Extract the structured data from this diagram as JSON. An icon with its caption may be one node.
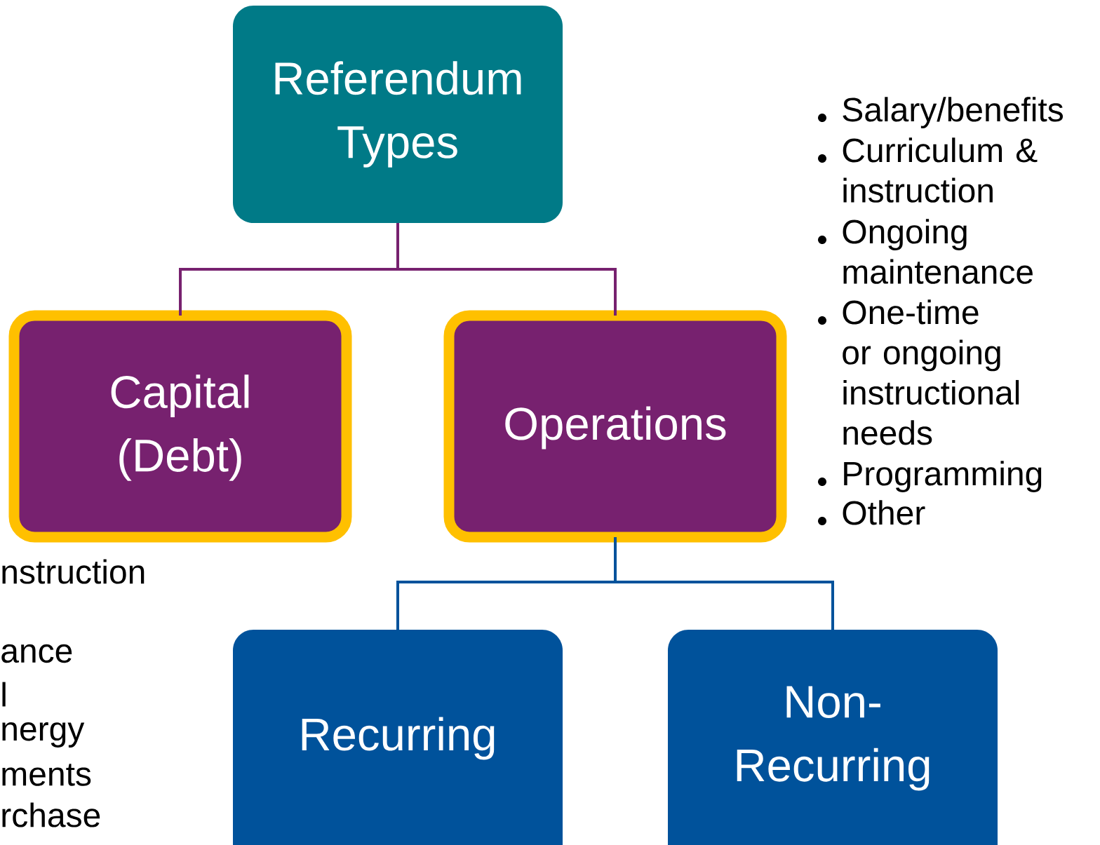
{
  "diagram": {
    "nodes": [
      {
        "text": [
          "Referendum Types"
        ]
      },
      {
        "text": [
          "Capital (Debt)"
        ]
      },
      {
        "text": [
          "Operations"
        ]
      },
      {
        "text": [
          "Recurring"
        ]
      },
      {
        "text": [
          "Non-Recurring"
        ]
      }
    ],
    "edges": [
      {
        "from": 0,
        "to": 1,
        "arrow": "none",
        "color": "#77216f"
      },
      {
        "from": 0,
        "to": 2,
        "arrow": "none",
        "color": "#77216f"
      },
      {
        "from": 2,
        "to": 3,
        "arrow": "none",
        "color": "#00529b"
      },
      {
        "from": 2,
        "to": 4,
        "arrow": "none",
        "color": "#00529b"
      }
    ],
    "labels": [
      "nstruction",
      "ance",
      "l",
      "nergy",
      "ments",
      "rchase",
      "Salary/benefits",
      "Curriculum & instruction",
      "Ongoing maintenance",
      "One-time or ongoing instructional needs",
      "Programming",
      "Other"
    ]
  }
}
